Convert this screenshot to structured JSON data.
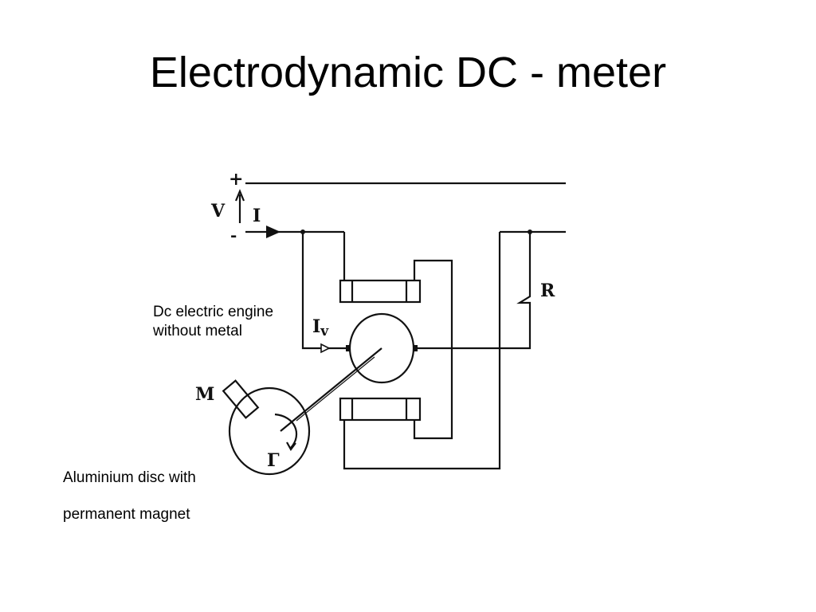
{
  "title": "Electrodynamic DC - meter",
  "diagram": {
    "labels": {
      "plus": "+",
      "minus": "-",
      "voltage": "V",
      "current": "I",
      "current_v": "I",
      "current_v_sub": "v",
      "resistor": "R",
      "magnet": "M",
      "torque": "Γ"
    }
  },
  "captions": {
    "engine_line1": "Dc electric engine",
    "engine_line2": "without metal",
    "disc_line1": "Aluminium disc with",
    "disc_line2": "permanent magnet"
  }
}
